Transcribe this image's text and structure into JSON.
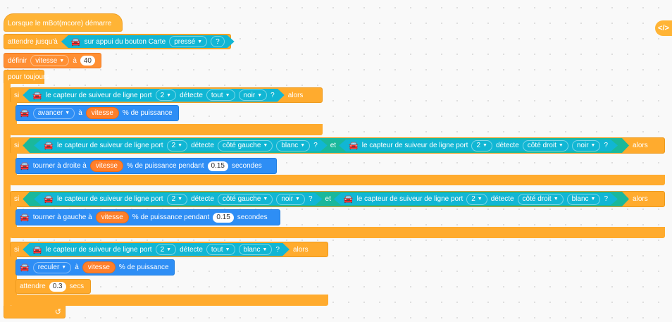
{
  "colors": {
    "event": "#ffb436",
    "control": "#ffab2e",
    "variable": "#ff8a33",
    "motion": "#2e8ef5",
    "sensor": "#11b6d4",
    "operator": "#1ab89b"
  },
  "icons": {
    "bot": "mbot-icon",
    "loop": "loop-arrow-icon",
    "code": "code-icon"
  },
  "code_button_label": "</>",
  "event_block": {
    "label": "Lorsque le mBot(mcore) démarre"
  },
  "wait_block": {
    "label": "attendre jusqu'à",
    "condition": {
      "text": "sur appui du bouton Carte",
      "state": "pressé",
      "q": "?"
    }
  },
  "set_block": {
    "label": "définir",
    "variable": "vitesse",
    "to": "à",
    "value": "40"
  },
  "forever_block": {
    "label": "pour toujours"
  },
  "if1": {
    "si": "si",
    "alors": "alors",
    "sensor": {
      "text": "le capteur de suiveur de ligne port",
      "port": "2",
      "detects": "détecte",
      "side": "tout",
      "color": "noir",
      "q": "?"
    },
    "action": {
      "dir": "avancer",
      "a": "à",
      "var": "vitesse",
      "suffix": "% de puissance"
    }
  },
  "if2": {
    "si": "si",
    "alors": "alors",
    "et": "et",
    "left": {
      "text": "le capteur de suiveur de ligne port",
      "port": "2",
      "detects": "détecte",
      "side": "côté gauche",
      "color": "blanc",
      "q": "?"
    },
    "right": {
      "text": "le capteur de suiveur de ligne port",
      "port": "2",
      "detects": "détecte",
      "side": "côté droit",
      "color": "noir",
      "q": "?"
    },
    "action": {
      "prefix": "tourner à droite à",
      "var": "vitesse",
      "mid": "% de puissance pendant",
      "secs": "0.15",
      "suffix": "secondes"
    }
  },
  "if3": {
    "si": "si",
    "alors": "alors",
    "et": "et",
    "left": {
      "text": "le capteur de suiveur de ligne port",
      "port": "2",
      "detects": "détecte",
      "side": "côté gauche",
      "color": "noir",
      "q": "?"
    },
    "right": {
      "text": "le capteur de suiveur de ligne port",
      "port": "2",
      "detects": "détecte",
      "side": "côté droit",
      "color": "blanc",
      "q": "?"
    },
    "action": {
      "prefix": "tourner à gauche à",
      "var": "vitesse",
      "mid": "% de puissance pendant",
      "secs": "0.15",
      "suffix": "secondes"
    }
  },
  "if4": {
    "si": "si",
    "alors": "alors",
    "sensor": {
      "text": "le capteur de suiveur de ligne port",
      "port": "2",
      "detects": "détecte",
      "side": "tout",
      "color": "blanc",
      "q": "?"
    },
    "action": {
      "dir": "reculer",
      "a": "à",
      "var": "vitesse",
      "suffix": "% de puissance"
    },
    "wait": {
      "label": "attendre",
      "value": "0.3",
      "unit": "secs"
    }
  }
}
